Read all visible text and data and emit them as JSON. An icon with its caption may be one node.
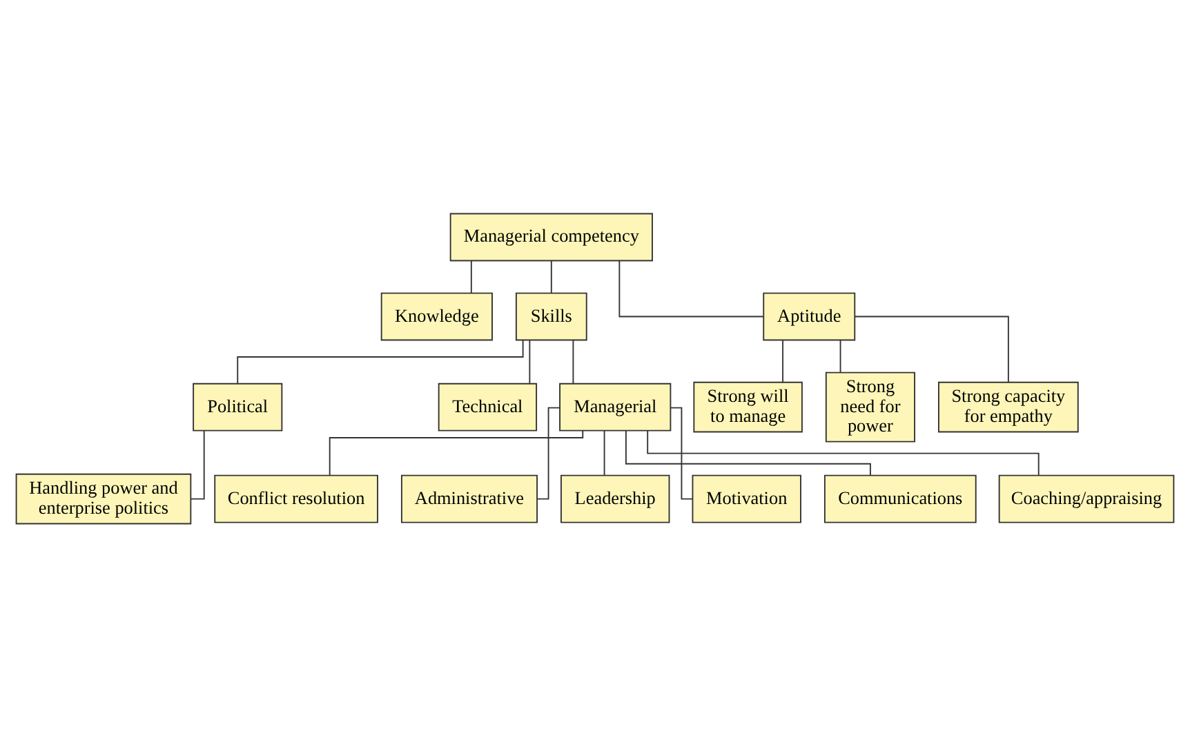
{
  "diagram": {
    "nodes": [
      {
        "text": [
          "Managerial competency"
        ]
      },
      {
        "text": [
          "Knowledge"
        ]
      },
      {
        "text": [
          "Skills"
        ]
      },
      {
        "text": [
          "Aptitude"
        ]
      },
      {
        "text": [
          "Political"
        ]
      },
      {
        "text": [
          "Strong will to manage"
        ]
      },
      {
        "text": [
          "Strong need for power"
        ]
      },
      {
        "text": [
          "Strong capacity for empathy"
        ]
      },
      {
        "text": [
          "Handling power and enterprise politics"
        ]
      },
      {
        "text": [
          "Technical"
        ]
      },
      {
        "text": [
          "Conflict resolution"
        ]
      },
      {
        "text": [
          "Managerial"
        ]
      },
      {
        "text": [
          "Administrative"
        ]
      },
      {
        "text": [
          "Leadership"
        ]
      },
      {
        "text": [
          "Motivation"
        ]
      },
      {
        "text": [
          "Communications"
        ]
      },
      {
        "text": [
          "Coaching/appraising"
        ]
      }
    ],
    "edges": [
      {
        "from": 0,
        "to": 1,
        "arrow": "none"
      },
      {
        "from": 0,
        "to": 2,
        "arrow": "none"
      },
      {
        "from": 0,
        "to": 3,
        "arrow": "none"
      },
      {
        "from": 2,
        "to": 4,
        "arrow": "none"
      },
      {
        "from": 3,
        "to": 5,
        "arrow": "none"
      },
      {
        "from": 3,
        "to": 6,
        "arrow": "none"
      },
      {
        "from": 3,
        "to": 7,
        "arrow": "none"
      },
      {
        "from": 4,
        "to": 8,
        "arrow": "none"
      },
      {
        "from": 2,
        "to": 9,
        "arrow": "none"
      },
      {
        "from": 2,
        "to": 11,
        "arrow": "none"
      },
      {
        "from": 11,
        "to": 10,
        "arrow": "none"
      },
      {
        "from": 11,
        "to": 12,
        "arrow": "none"
      },
      {
        "from": 11,
        "to": 13,
        "arrow": "none"
      },
      {
        "from": 11,
        "to": 14,
        "arrow": "none"
      },
      {
        "from": 11,
        "to": 15,
        "arrow": "none"
      },
      {
        "from": 11,
        "to": 16,
        "arrow": "none"
      }
    ]
  }
}
